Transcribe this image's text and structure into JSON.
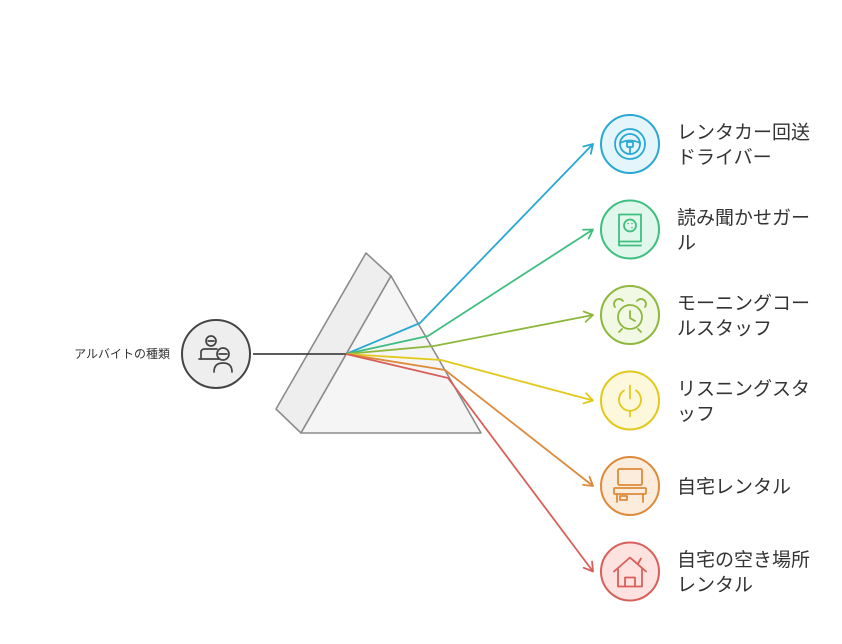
{
  "source": {
    "label": "アルバイトの種類",
    "icon": "people-icon"
  },
  "outputs": [
    {
      "lines": [
        "レンタカー回送",
        "ドライバー"
      ],
      "icon": "steering-wheel-icon",
      "color": "#29a8d4",
      "fill": "#e4f6fc"
    },
    {
      "lines": [
        "読み聞かせガー",
        "ル"
      ],
      "icon": "book-icon",
      "color": "#3fbf7f",
      "fill": "#e2f7ec"
    },
    {
      "lines": [
        "モーニングコー",
        "ルスタッフ"
      ],
      "icon": "alarm-clock-icon",
      "color": "#8db83c",
      "fill": "#f1f8e4"
    },
    {
      "lines": [
        "リスニングスタ",
        "ッフ"
      ],
      "icon": "power-icon",
      "color": "#e3c81c",
      "fill": "#fdf8dc"
    },
    {
      "lines": [
        "自宅レンタル"
      ],
      "icon": "desk-icon",
      "color": "#dd8a3a",
      "fill": "#fcecdc"
    },
    {
      "lines": [
        "自宅の空き場所",
        "レンタル"
      ],
      "icon": "house-icon",
      "color": "#d9605a",
      "fill": "#fde2e0"
    }
  ]
}
